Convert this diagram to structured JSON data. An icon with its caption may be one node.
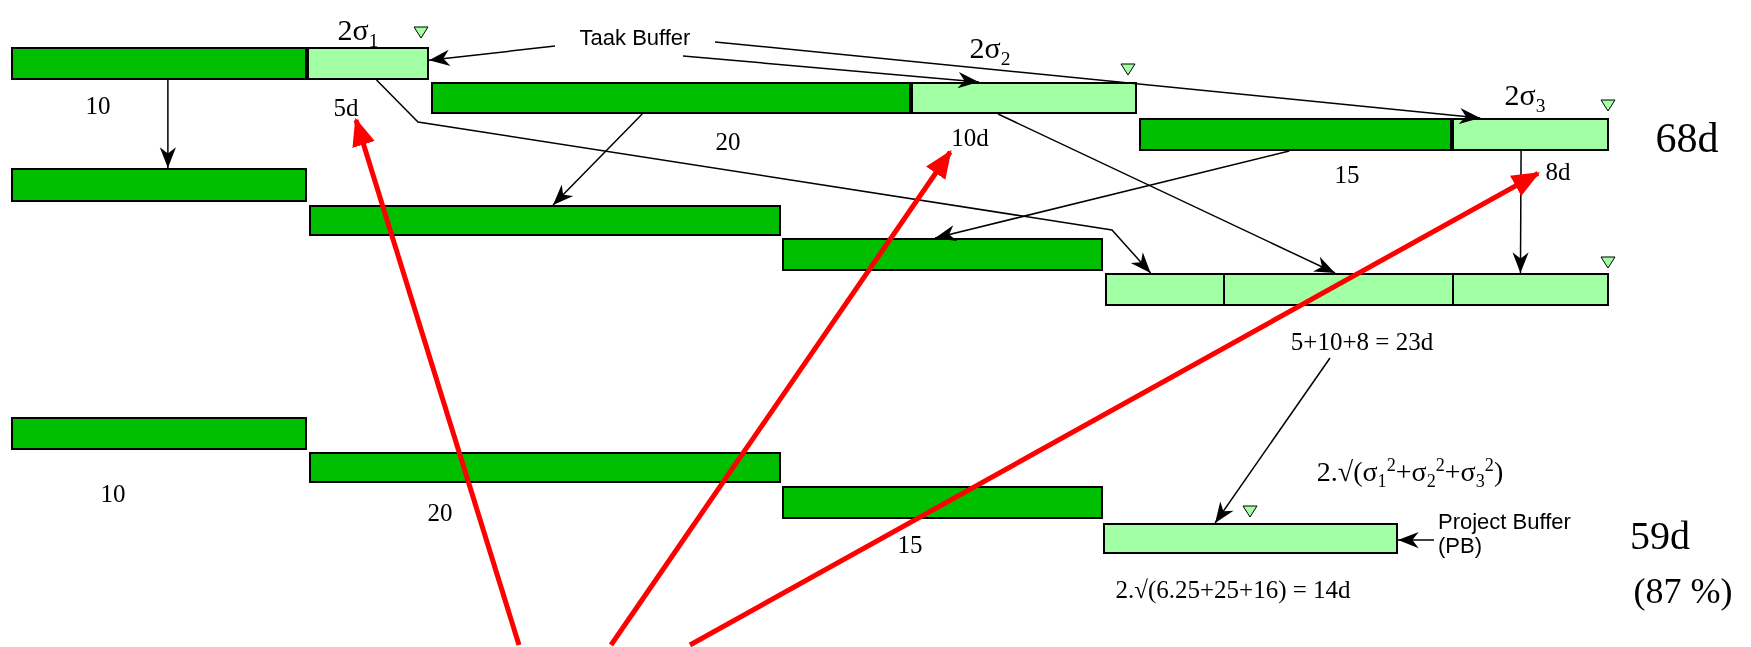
{
  "diagram": {
    "nodes": [
      {
        "text": [],
        "shape": "bar",
        "beside": [
          "10"
        ]
      },
      {
        "text": [],
        "shape": "bar"
      },
      {
        "text": [
          "Taak Buffer"
        ]
      },
      {
        "text": [],
        "shape": "bar",
        "beside": [
          "20"
        ]
      },
      {
        "text": [],
        "shape": "bar"
      },
      {
        "text": [],
        "shape": "bar",
        "beside": [
          "15"
        ]
      },
      {
        "text": [],
        "shape": "bar"
      },
      {
        "text": [
          "5d"
        ]
      },
      {
        "text": [
          "10d"
        ]
      },
      {
        "text": [
          "8d"
        ]
      },
      {
        "text": [],
        "shape": "bar"
      },
      {
        "text": [],
        "shape": "bar"
      },
      {
        "text": [],
        "shape": "bar"
      },
      {
        "text": [],
        "shape": "bar"
      },
      {
        "text": [],
        "shape": "bar"
      },
      {
        "text": [],
        "shape": "bar"
      },
      {
        "text": [
          "5+10+8 = 23d"
        ]
      },
      {
        "text": [],
        "shape": "bar",
        "beside": [
          "10"
        ]
      },
      {
        "text": [],
        "shape": "bar",
        "beside": [
          "20"
        ]
      },
      {
        "text": [],
        "shape": "bar",
        "beside": [
          "15"
        ]
      },
      {
        "text": [],
        "shape": "bar"
      },
      {
        "text": [
          "Project Buffer (PB)"
        ]
      }
    ],
    "edges": [
      {
        "from": 0,
        "to": 10,
        "arrow": "to"
      },
      {
        "from": 3,
        "to": 11,
        "arrow": "to"
      },
      {
        "from": 5,
        "to": 12,
        "arrow": "to"
      },
      {
        "from": 1,
        "to": 13,
        "arrow": "to"
      },
      {
        "from": 4,
        "to": 14,
        "arrow": "to"
      },
      {
        "from": 6,
        "to": 15,
        "arrow": "to"
      },
      {
        "from": 2,
        "to": 1,
        "arrow": "to"
      },
      {
        "from": 2,
        "to": 4,
        "arrow": "to"
      },
      {
        "from": 2,
        "to": 6,
        "arrow": "to"
      },
      {
        "from": 16,
        "to": 20,
        "arrow": "to"
      },
      {
        "from": 21,
        "to": 20,
        "arrow": "to"
      },
      {
        "from": null,
        "to": 7,
        "arrow": "to",
        "style": "thick",
        "color": "#ff0000"
      },
      {
        "from": null,
        "to": 8,
        "arrow": "to",
        "style": "thick",
        "color": "#ff0000"
      },
      {
        "from": null,
        "to": 9,
        "arrow": "to",
        "style": "thick",
        "color": "#ff0000"
      }
    ],
    "labels": [
      "2σ$_{1}$",
      "2σ$_{2}$",
      "2σ$_{3}$",
      "68d",
      "2.√(σ$_{1}$$^{2}$+σ$_{2}$$^{2}$+σ$_{3}$$^{2}$)",
      "59d",
      "(87 %)",
      "2.√(6.25+25+16) = 14d"
    ]
  }
}
